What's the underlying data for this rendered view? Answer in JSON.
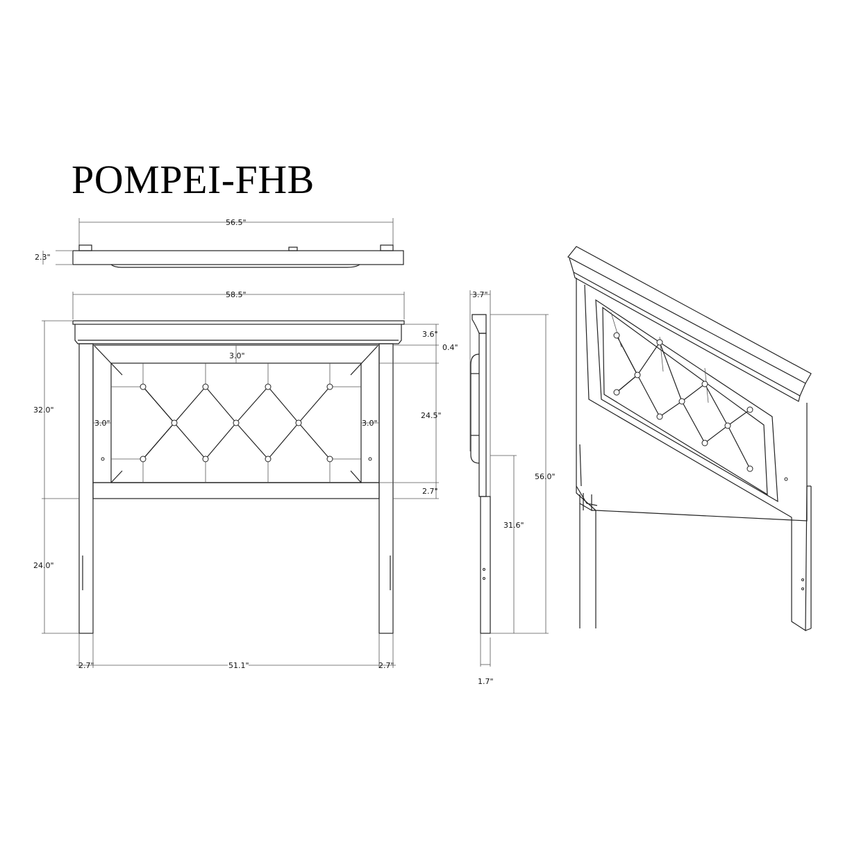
{
  "title": "POMPEI-FHB",
  "dimensions": {
    "top_width": "56.5\"",
    "top_depth": "2.3\"",
    "front_overall_width": "58.5\"",
    "cornice_height": "3.6\"",
    "cornice_gap": "0.4\"",
    "panel_top_margin": "3.0\"",
    "panel_left_margin": "3.0\"",
    "panel_right_margin": "3.0\"",
    "panel_height": "24.5\"",
    "bottom_rail": "2.7\"",
    "headboard_height": "32.0\"",
    "leg_height": "24.0\"",
    "left_leg_width": "2.7\"",
    "inner_width": "51.1\"",
    "right_leg_width": "2.7\"",
    "side_depth": "3.7\"",
    "overall_height": "56.0\"",
    "side_leg_height": "31.6\"",
    "side_leg_depth": "1.7\""
  }
}
